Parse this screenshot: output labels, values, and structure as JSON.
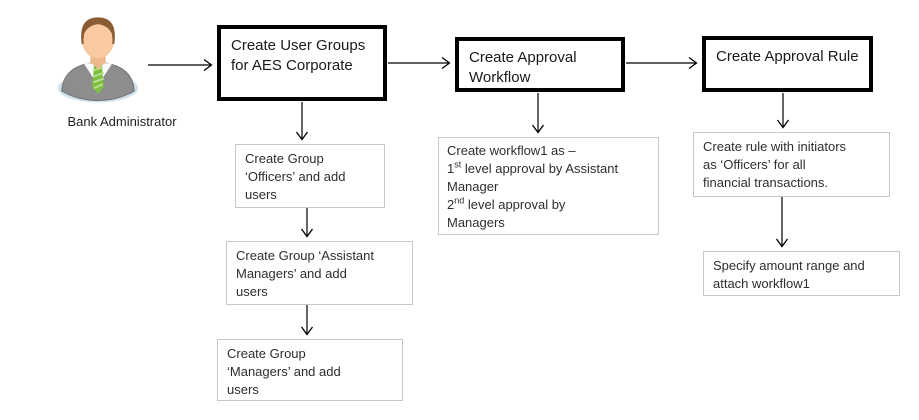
{
  "actor": {
    "label": "Bank Administrator",
    "icon": "business-person-avatar"
  },
  "steps": {
    "step1": {
      "title": "Create User Groups for AES Corporate"
    },
    "step2": {
      "title": "Create Approval Workflow"
    },
    "step3": {
      "title": "Create Approval Rule"
    }
  },
  "groups": [
    {
      "lines": [
        "Create Group",
        "‘Officers’ and add",
        "users"
      ]
    },
    {
      "lines": [
        "Create Group ‘Assistant",
        "Managers’ and add",
        "users"
      ]
    },
    {
      "lines": [
        "Create Group",
        "‘Managers’ and add",
        "users"
      ]
    }
  ],
  "workflow_detail": {
    "line1": "Create workflow1 as –",
    "l2num": "1",
    "l2sup": "st",
    "l2rest": " level approval by Assistant",
    "line3": "Manager",
    "l4num": "2",
    "l4sup": "nd",
    "l4rest": " level approval by",
    "line5": "Managers"
  },
  "rule_detail": {
    "lines": [
      "Create rule with initiators",
      "as ‘Officers’ for all",
      "financial transactions."
    ]
  },
  "amount_detail": {
    "lines": [
      "Specify amount range and",
      "attach workflow1"
    ]
  },
  "colors": {
    "strong_border": "#000000",
    "light_border": "#c9c9c0",
    "arrow": "#000000",
    "base_ellipse": "#cfe2ed",
    "suit": "#8d8d8d",
    "tie": "#7dbf3e",
    "skin": "#f9c9a1",
    "hair": "#8a5c33"
  }
}
